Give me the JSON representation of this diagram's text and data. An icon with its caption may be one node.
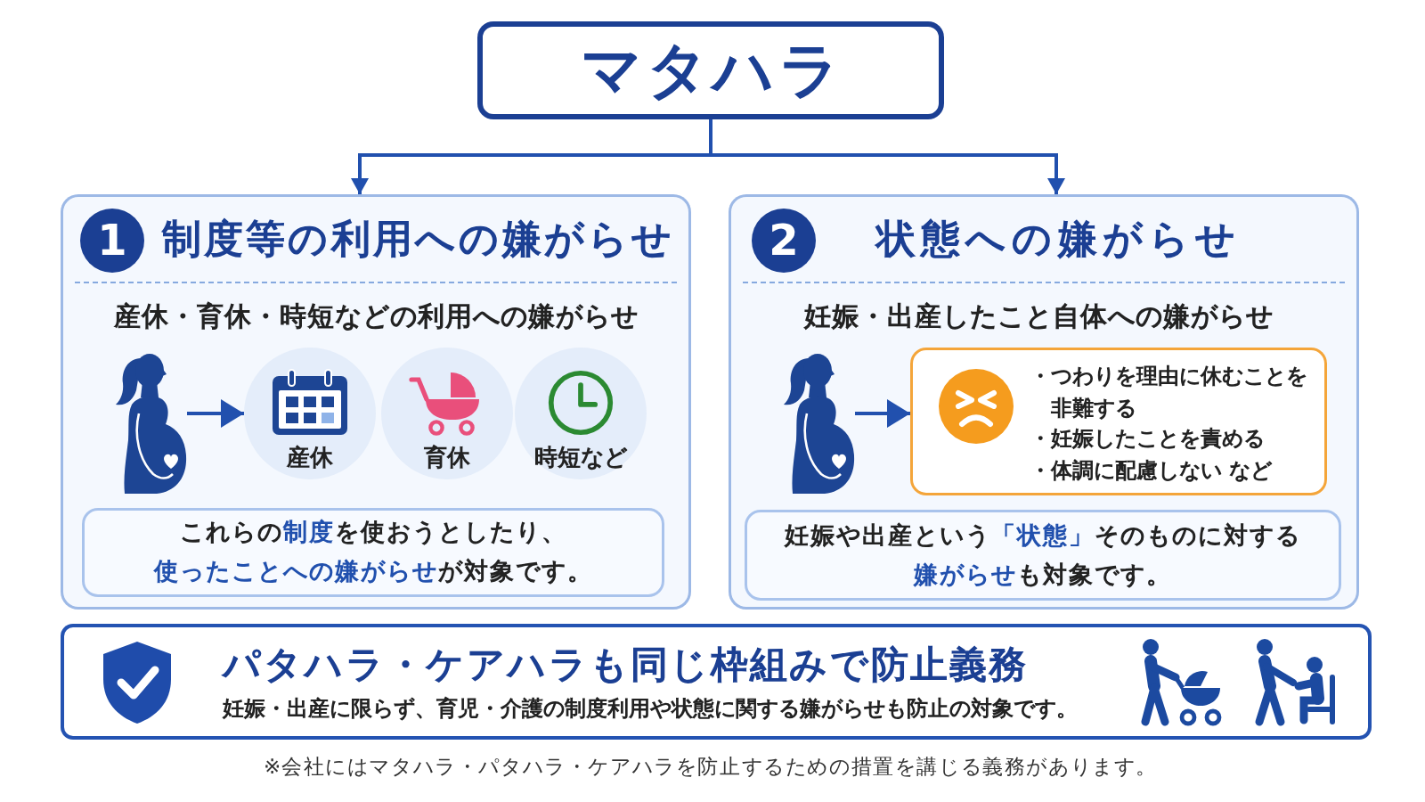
{
  "diagram": {
    "nodes": [
      {
        "text": [
          "マタハラ"
        ]
      },
      {
        "text": [
          "制度等の利用への嫌がらせ",
          "産休・育休・時短などの利用への嫌がらせ"
        ]
      },
      {
        "text": [
          "1"
        ],
        "in": 1
      },
      {
        "text": [],
        "shape": "picture",
        "in": 1
      },
      {
        "text": [
          "産休"
        ],
        "in": 1
      },
      {
        "text": [
          "育休"
        ],
        "in": 1
      },
      {
        "text": [
          "時短など"
        ],
        "in": 1
      },
      {
        "text": [
          "これらの**制度**を使おうとしたり、**使ったことへの嫌がらせ**が対象です。"
        ],
        "in": 1
      },
      {
        "text": [
          "状態への嫌がらせ",
          "妊娠・出産したこと自体への嫌がらせ"
        ]
      },
      {
        "text": [
          "2"
        ],
        "in": 8
      },
      {
        "text": [],
        "shape": "picture",
        "in": 8
      },
      {
        "text": [
          "・つわりを理由に休むことを非難する",
          "・妊娠したことを責める",
          "・体調に配慮しない など"
        ],
        "in": 8
      },
      {
        "text": [
          "妊娠や出産という**「状態」**そのものに対する**嫌がらせ**も対象です。"
        ],
        "in": 8
      },
      {
        "text": [
          "パタハラ・ケアハラも同じ枠組みで防止義務",
          "妊娠・出産に限らず、育児・介護の制度利用や状態に関する嫌がらせも防止の対象です。"
        ]
      }
    ],
    "edges": [
      {
        "from": 0,
        "to": 1,
        "arrow": "to"
      },
      {
        "from": 0,
        "to": 8,
        "arrow": "to"
      },
      {
        "from": 3,
        "to": 4,
        "arrow": "to"
      },
      {
        "from": 10,
        "to": 11,
        "arrow": "to"
      }
    ],
    "labels": [
      "※会社にはマタハラ・パタハラ・ケアハラを防止するための措置を講じる義務があります。"
    ]
  }
}
